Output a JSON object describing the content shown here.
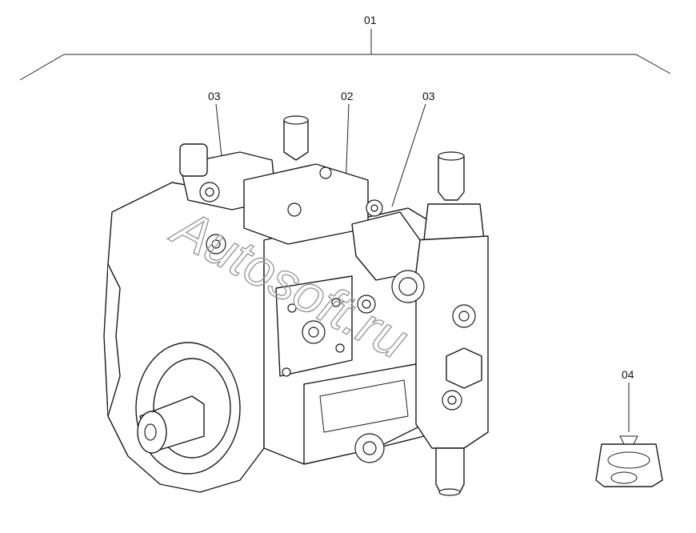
{
  "callouts": {
    "assembly": "01",
    "valve_block": "02",
    "fitting_left": "03",
    "fitting_right": "03",
    "seal_kit": "04"
  },
  "watermark": "Autosoft.ru"
}
